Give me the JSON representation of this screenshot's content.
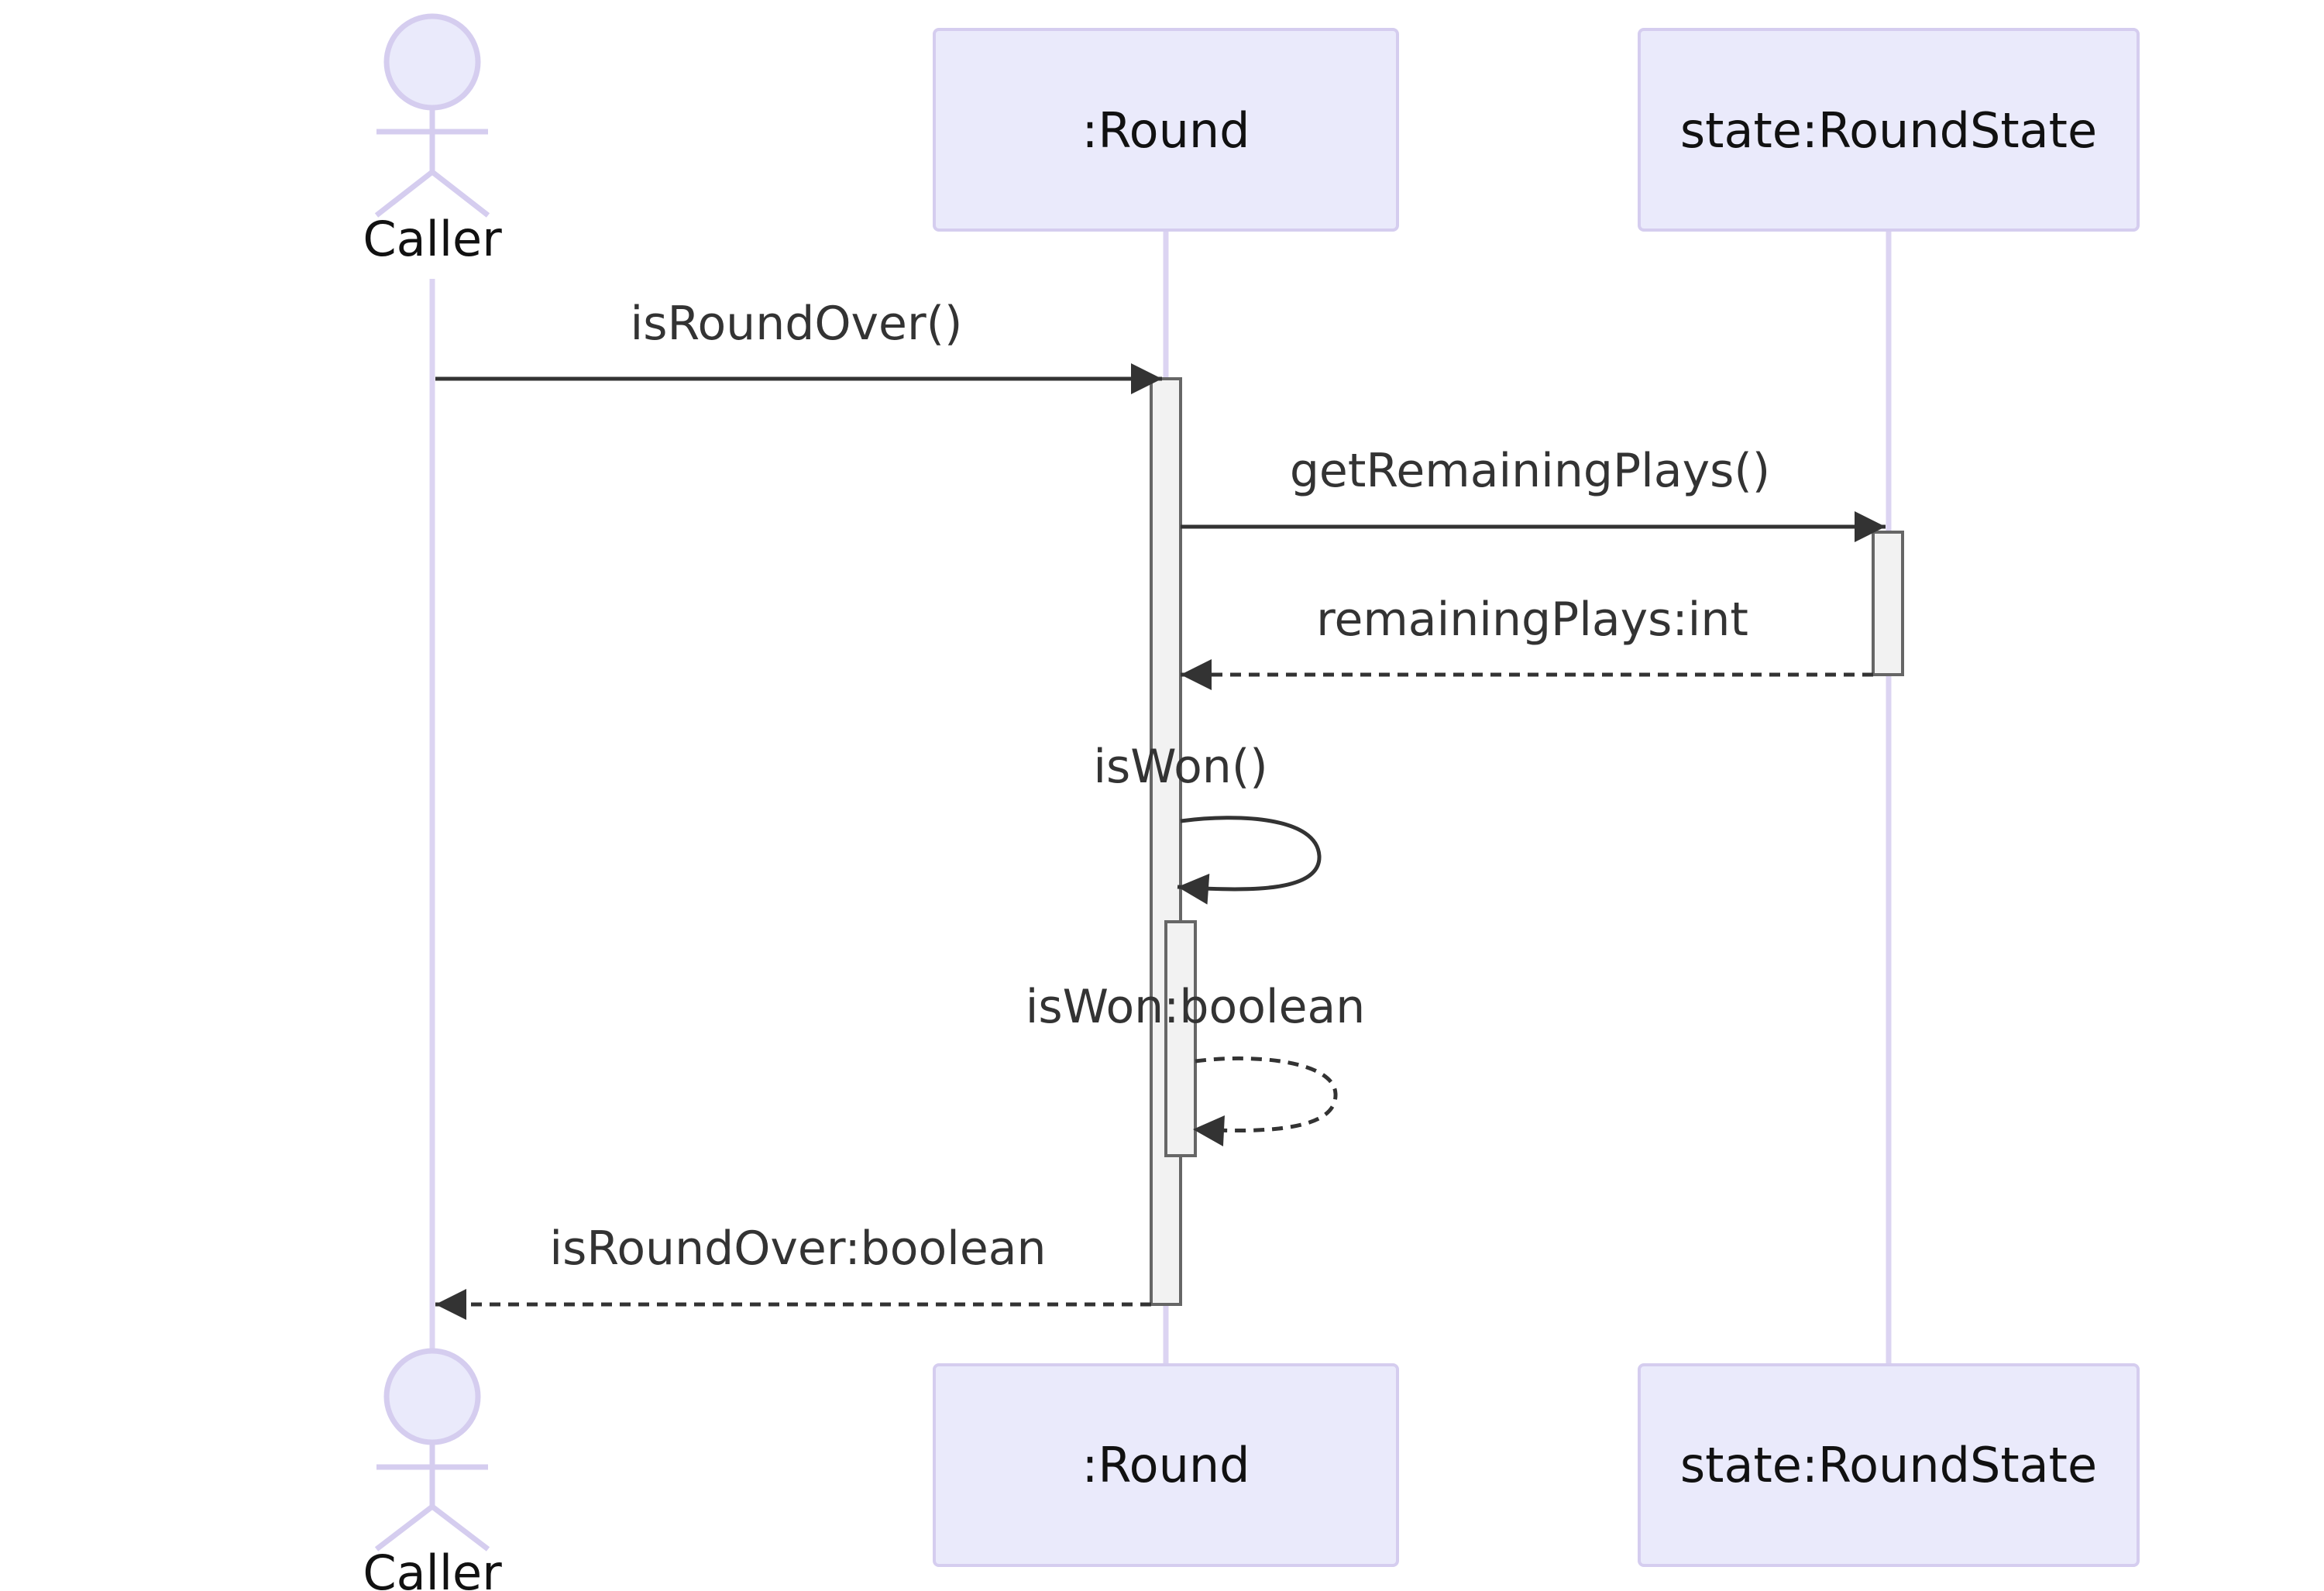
{
  "diagram": {
    "type": "sequence",
    "participants": [
      {
        "id": "caller",
        "label": "Caller",
        "kind": "actor"
      },
      {
        "id": "round",
        "label": ":Round",
        "kind": "box"
      },
      {
        "id": "state",
        "label": "state:RoundState",
        "kind": "box"
      }
    ],
    "messages": [
      {
        "label": "isRoundOver()",
        "from": "caller",
        "to": "round",
        "style": "solid"
      },
      {
        "label": "getRemainingPlays()",
        "from": "round",
        "to": "state",
        "style": "solid"
      },
      {
        "label": "remainingPlays:int",
        "from": "state",
        "to": "round",
        "style": "dashed"
      },
      {
        "label": "isWon()",
        "from": "round",
        "to": "round",
        "style": "solid"
      },
      {
        "label": "isWon:boolean",
        "from": "round",
        "to": "round",
        "style": "dashed"
      },
      {
        "label": "isRoundOver:boolean",
        "from": "round",
        "to": "caller",
        "style": "dashed"
      }
    ],
    "colors": {
      "participant_fill": "#eaeafb",
      "participant_stroke": "#d5cdef",
      "lifeline": "#dcd4f2",
      "activation_fill": "#f2f2f2",
      "arrow": "#333333"
    }
  }
}
